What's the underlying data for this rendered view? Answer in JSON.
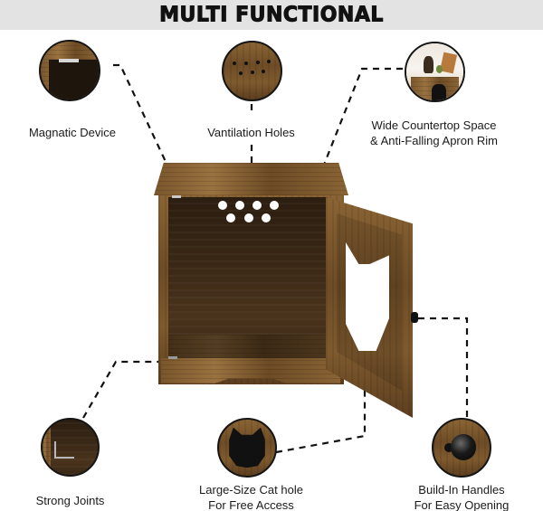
{
  "banner": {
    "title": "MULTI FUNCTIONAL"
  },
  "features": [
    {
      "id": "magnetic",
      "label_lines": [
        "Magnatic Device"
      ],
      "icon": "magnet-latch"
    },
    {
      "id": "vent",
      "label_lines": [
        "Vantilation Holes"
      ],
      "icon": "vent-holes"
    },
    {
      "id": "countertop",
      "label_lines": [
        "Wide Countertop Space",
        "& Anti-Falling Apron Rim"
      ],
      "icon": "countertop"
    },
    {
      "id": "joints",
      "label_lines": [
        "Strong Joints"
      ],
      "icon": "joint-bracket"
    },
    {
      "id": "cathole",
      "label_lines": [
        "Large-Size Cat hole",
        "For Free Access"
      ],
      "icon": "cat-hole"
    },
    {
      "id": "handles",
      "label_lines": [
        "Build-In Handles",
        "For Easy Opening"
      ],
      "icon": "door-knob"
    }
  ],
  "product": {
    "name": "cat litter box cabinet",
    "door_state": "open",
    "vent_hole_count": 7
  },
  "colors": {
    "banner_bg": "#e3e3e3",
    "text": "#1b1b1b",
    "wood": "#7a562c",
    "interior": "#2f2012",
    "leader_line": "#111111"
  }
}
